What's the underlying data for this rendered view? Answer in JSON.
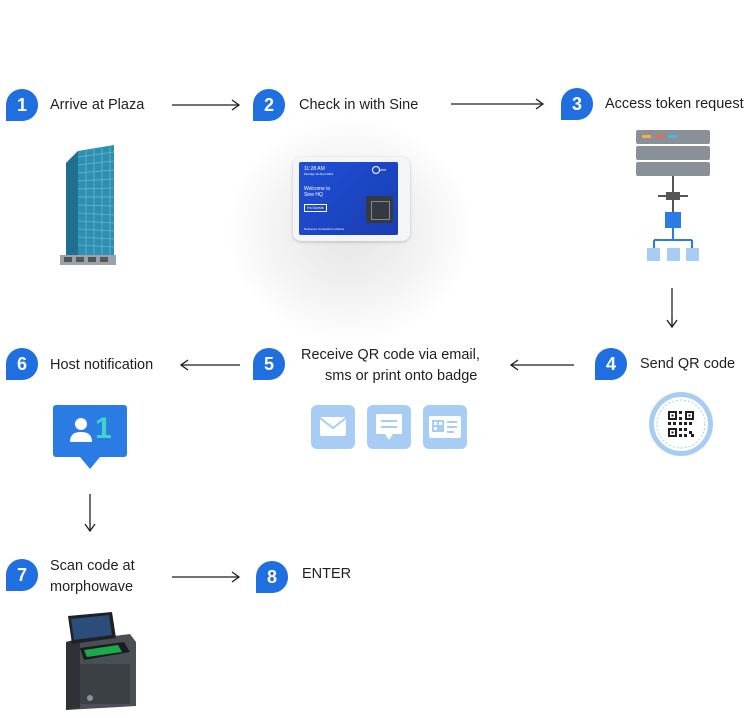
{
  "steps": [
    {
      "number": "1",
      "label": "Arrive at Plaza"
    },
    {
      "number": "2",
      "label": "Check in with Sine"
    },
    {
      "number": "3",
      "label": "Access token request"
    },
    {
      "number": "4",
      "label": "Send QR code"
    },
    {
      "number": "5",
      "label_line1": "Receive QR code via email,",
      "label_line2": "sms or print onto badge"
    },
    {
      "number": "6",
      "label": "Host notification"
    },
    {
      "number": "7",
      "label_line1": "Scan code at",
      "label_line2": "morphowave"
    },
    {
      "number": "8",
      "label": "ENTER"
    }
  ],
  "tablet": {
    "time": "11:28 AM",
    "date": "Monday 10 April 2023",
    "brand": "sine",
    "welcome_line1": "Welcome to",
    "welcome_line2": "Sine HQ",
    "button": "I'm Guests",
    "footer": "Deliveries   Contractors   Visitors"
  },
  "notification_count": "1",
  "colors": {
    "badge_blue": "#1f6fe0",
    "light_blue": "#a8cdf5",
    "icon_blue": "#2b7be5",
    "teal": "#3dd6c4"
  }
}
